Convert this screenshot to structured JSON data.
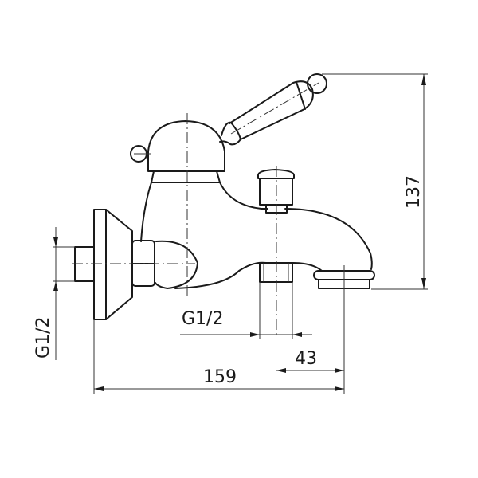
{
  "drawing": {
    "subject": "bath mixer faucet technical drawing",
    "stroke_color": "#1a1a1a",
    "background": "#ffffff"
  },
  "dimensions": {
    "height_total": "137",
    "width_total": "159",
    "spout_offset": "43",
    "wall_inlet_thread": "G1/2",
    "outlet_thread": "G1/2"
  },
  "parts": [
    {
      "name": "lever-handle",
      "label": "lever handle with ceramic grip"
    },
    {
      "name": "cartridge-dome",
      "label": "cartridge dome cap"
    },
    {
      "name": "body",
      "label": "mixer body"
    },
    {
      "name": "wall-flange",
      "label": "wall escutcheon"
    },
    {
      "name": "inlet-nut",
      "label": "hex inlet nut"
    },
    {
      "name": "diverter-knob",
      "label": "bath/shower diverter knob"
    },
    {
      "name": "spout",
      "label": "bath spout"
    },
    {
      "name": "shower-outlet",
      "label": "shower hose outlet"
    }
  ]
}
